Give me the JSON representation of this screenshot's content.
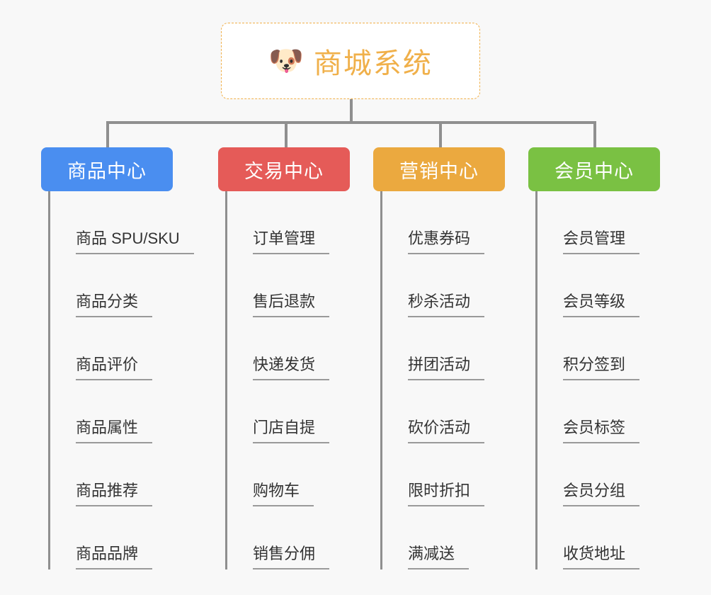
{
  "page": {
    "background_color": "#f8f8f8",
    "diagram_type": "mind-map-tree"
  },
  "root": {
    "icon": "shiba-dog-face-emoji",
    "emoji": "🐶",
    "title": "商城系统",
    "text_color": "#f0b04a",
    "border_color": "#f0b04a",
    "background_color": "#ffffff"
  },
  "connector": {
    "color": "#8f8f8f"
  },
  "branches": [
    {
      "id": "product-center",
      "label": "商品中心",
      "color": "#4a8ef0",
      "items": [
        "商品 SPU/SKU",
        "商品分类",
        "商品评价",
        "商品属性",
        "商品推荐",
        "商品品牌"
      ]
    },
    {
      "id": "trade-center",
      "label": "交易中心",
      "color": "#e55b58",
      "items": [
        "订单管理",
        "售后退款",
        "快递发货",
        "门店自提",
        "购物车",
        "销售分佣"
      ]
    },
    {
      "id": "marketing-center",
      "label": "营销中心",
      "color": "#eba93f",
      "items": [
        "优惠券码",
        "秒杀活动",
        "拼团活动",
        "砍价活动",
        "限时折扣",
        "满减送"
      ]
    },
    {
      "id": "member-center",
      "label": "会员中心",
      "color": "#7ac143",
      "items": [
        "会员管理",
        "会员等级",
        "积分签到",
        "会员标签",
        "会员分组",
        "收货地址"
      ]
    }
  ]
}
